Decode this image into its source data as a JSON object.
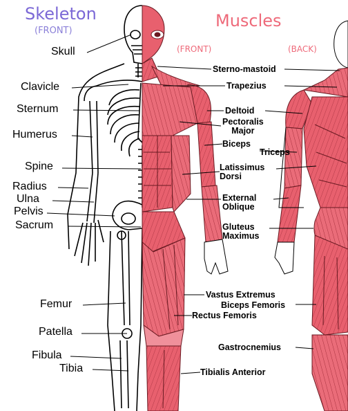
{
  "titles": {
    "skeleton": "Skeleton",
    "skeleton_sub": "(FRONT)",
    "muscles": "Muscles",
    "muscles_front": "(FRONT)",
    "muscles_back": "(BACK)"
  },
  "skeleton_labels": {
    "skull": "Skull",
    "clavicle": "Clavicle",
    "sternum": "Sternum",
    "humerus": "Humerus",
    "spine": "Spine",
    "radius": "Radius",
    "ulna": "Ulna",
    "pelvis": "Pelvis",
    "sacrum": "Sacrum",
    "femur": "Femur",
    "patella": "Patella",
    "fibula": "Fibula",
    "tibia": "Tibia"
  },
  "muscle_labels": {
    "sterno_mastoid": "Sterno-mastoid",
    "trapezius": "Trapezius",
    "deltoid": "Deltoid",
    "pectoralis_major": "Pectoralis\nMajor",
    "biceps": "Biceps",
    "triceps": "Triceps",
    "latissimus_dorsi": "Latissimus\nDorsi",
    "external_oblique": "External\nOblique",
    "gluteus_maximus": "Gluteus\nMaximus",
    "vastus_extremus": "Vastus Extremus",
    "biceps_femoris": "Biceps Femoris",
    "rectus_femoris": "Rectus Femoris",
    "gastrocnemius": "Gastrocnemius",
    "tibialis_anterior": "Tibialis Anterior"
  },
  "colors": {
    "muscle_fill": "#e8606e",
    "muscle_light": "#f5a9b2",
    "muscle_line": "#6a1a22",
    "bone_line": "#000000",
    "skeleton_title": "#7b68d6",
    "muscles_title": "#ee6a7a"
  }
}
